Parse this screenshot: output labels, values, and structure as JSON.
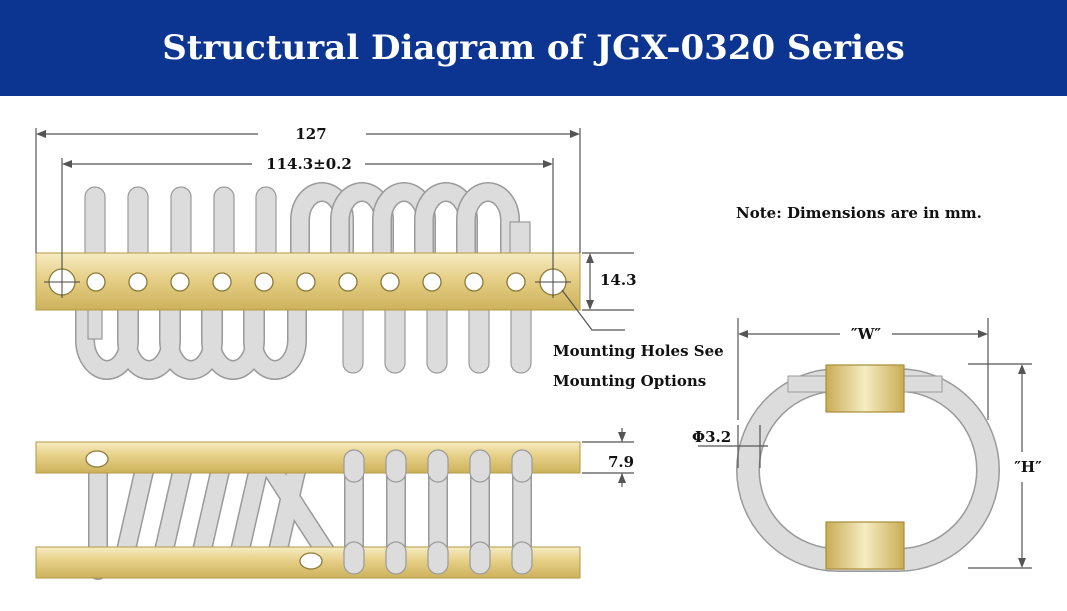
{
  "header": {
    "title": "Structural Diagram of JGX-0320 Series"
  },
  "note": "Note: Dimensions are in mm.",
  "top_view": {
    "overall_length": "127",
    "hole_spacing": "114.3±0.2",
    "bar_height": "14.3",
    "callout_line1": "Mounting Holes See",
    "callout_line2": "Mounting Options"
  },
  "side_view": {
    "bar_thickness": "7.9"
  },
  "end_view": {
    "width_label": "″W″",
    "height_label": "″H″",
    "cable_diameter": "Φ3.2"
  },
  "colors": {
    "header_bg": "#0c3591",
    "bar_gold": "#e6cf86",
    "coil": "#d9d9d9",
    "coil_outline": "#9a9a9a",
    "dimension_line": "#555555"
  }
}
